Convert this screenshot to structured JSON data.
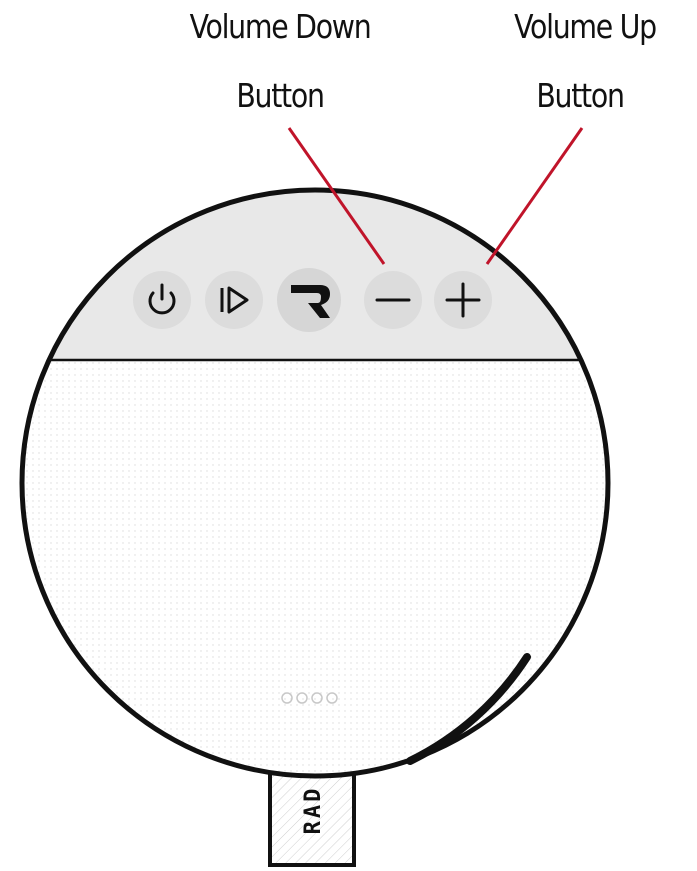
{
  "callouts": {
    "volume_down": {
      "line1": "Volume Down",
      "line2": "Button"
    },
    "volume_up": {
      "line1": "Volume Up",
      "line2": "Button"
    }
  },
  "strap": {
    "logo_text": "RAD"
  },
  "buttons": [
    {
      "name": "power",
      "icon": "power-icon"
    },
    {
      "name": "play",
      "icon": "play-icon"
    },
    {
      "name": "brand",
      "icon": "r-logo-icon"
    },
    {
      "name": "volume-down",
      "icon": "minus-icon"
    },
    {
      "name": "volume-up",
      "icon": "plus-icon"
    }
  ],
  "led_indicator_count": 4,
  "colors": {
    "callout_line": "#c0142a",
    "top_panel": "#e8e8e8",
    "button_bg": "#dcdcdc",
    "outline": "#111111"
  }
}
